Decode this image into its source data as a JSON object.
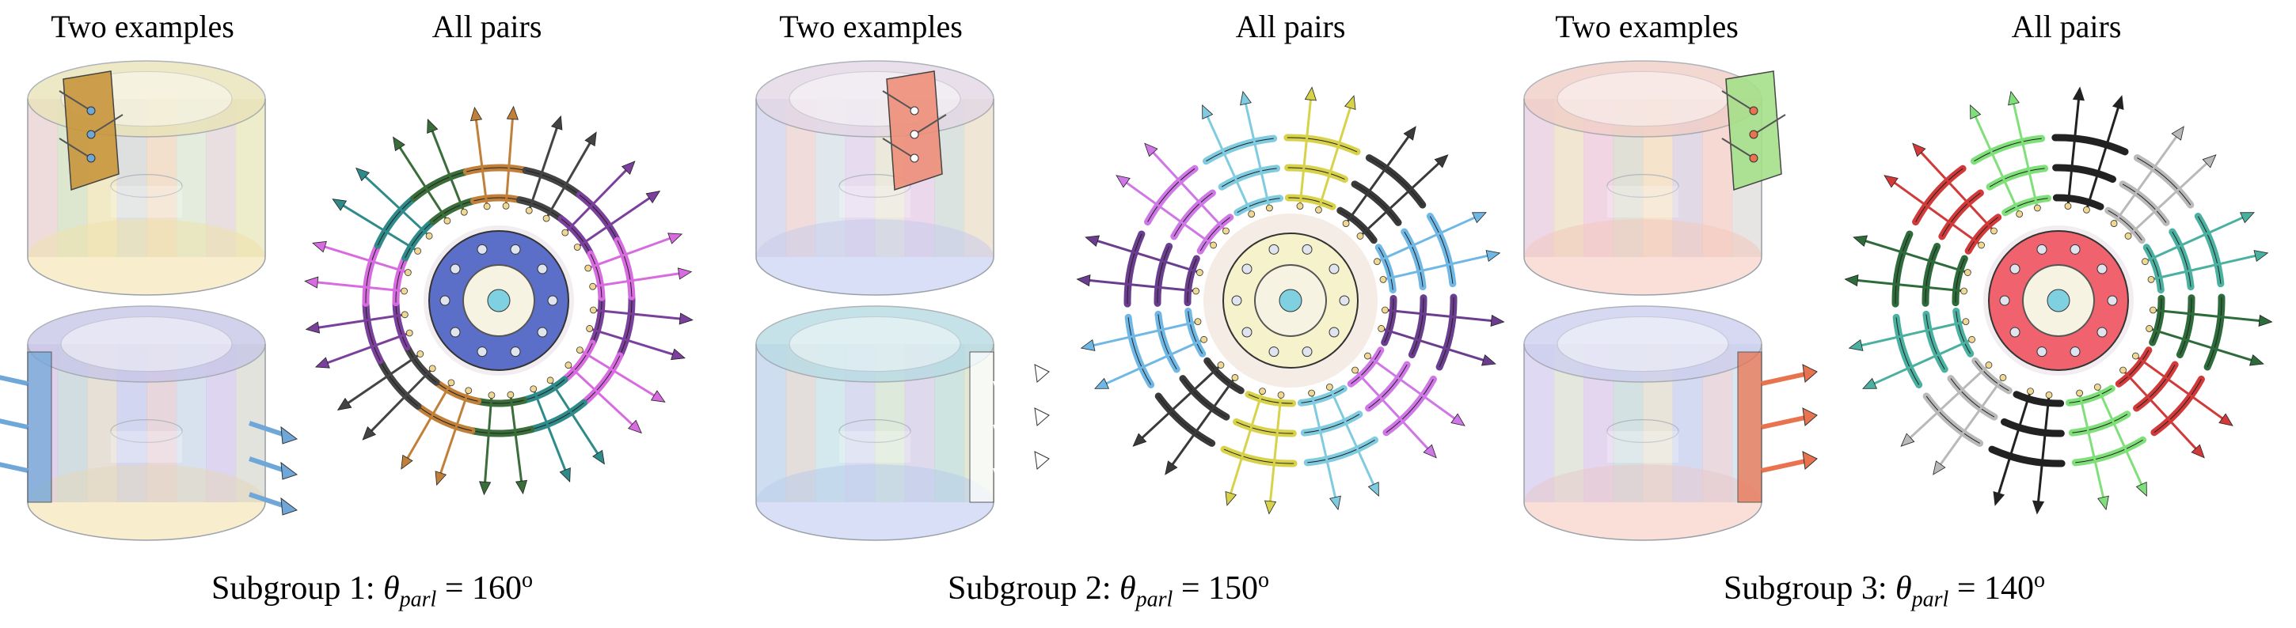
{
  "panels": [
    {
      "examples_heading": "Two examples",
      "pairs_heading": "All pairs",
      "caption_prefix": "Subgroup 1: ",
      "caption_symbol": "θ",
      "caption_subscript": "parl",
      "caption_equals": " = 160",
      "caption_degree": "o",
      "hub_color": "#5b6fc8",
      "top_cyl_tint": "#e9e3b8",
      "bottom_cyl_tint": "#c9c7e8",
      "accent": "#c8963c",
      "accent2": "#6fa7d8"
    },
    {
      "examples_heading": "Two examples",
      "pairs_heading": "All pairs",
      "caption_prefix": "Subgroup 2: ",
      "caption_symbol": "θ",
      "caption_subscript": "parl",
      "caption_equals": " = 150",
      "caption_degree": "o",
      "hub_color": "#f6f2cc",
      "top_cyl_tint": "#e3d8e6",
      "bottom_cyl_tint": "#b9dbe4",
      "accent": "#ef8f7a",
      "accent2": "#ffffff"
    },
    {
      "examples_heading": "Two examples",
      "pairs_heading": "All pairs",
      "caption_prefix": "Subgroup 3: ",
      "caption_symbol": "θ",
      "caption_subscript": "parl",
      "caption_equals": " = 140",
      "caption_degree": "o",
      "hub_color": "#f0626e",
      "top_cyl_tint": "#f1cfc8",
      "bottom_cyl_tint": "#cdd0ee",
      "accent": "#a6e08a",
      "accent2": "#e9734f"
    }
  ]
}
